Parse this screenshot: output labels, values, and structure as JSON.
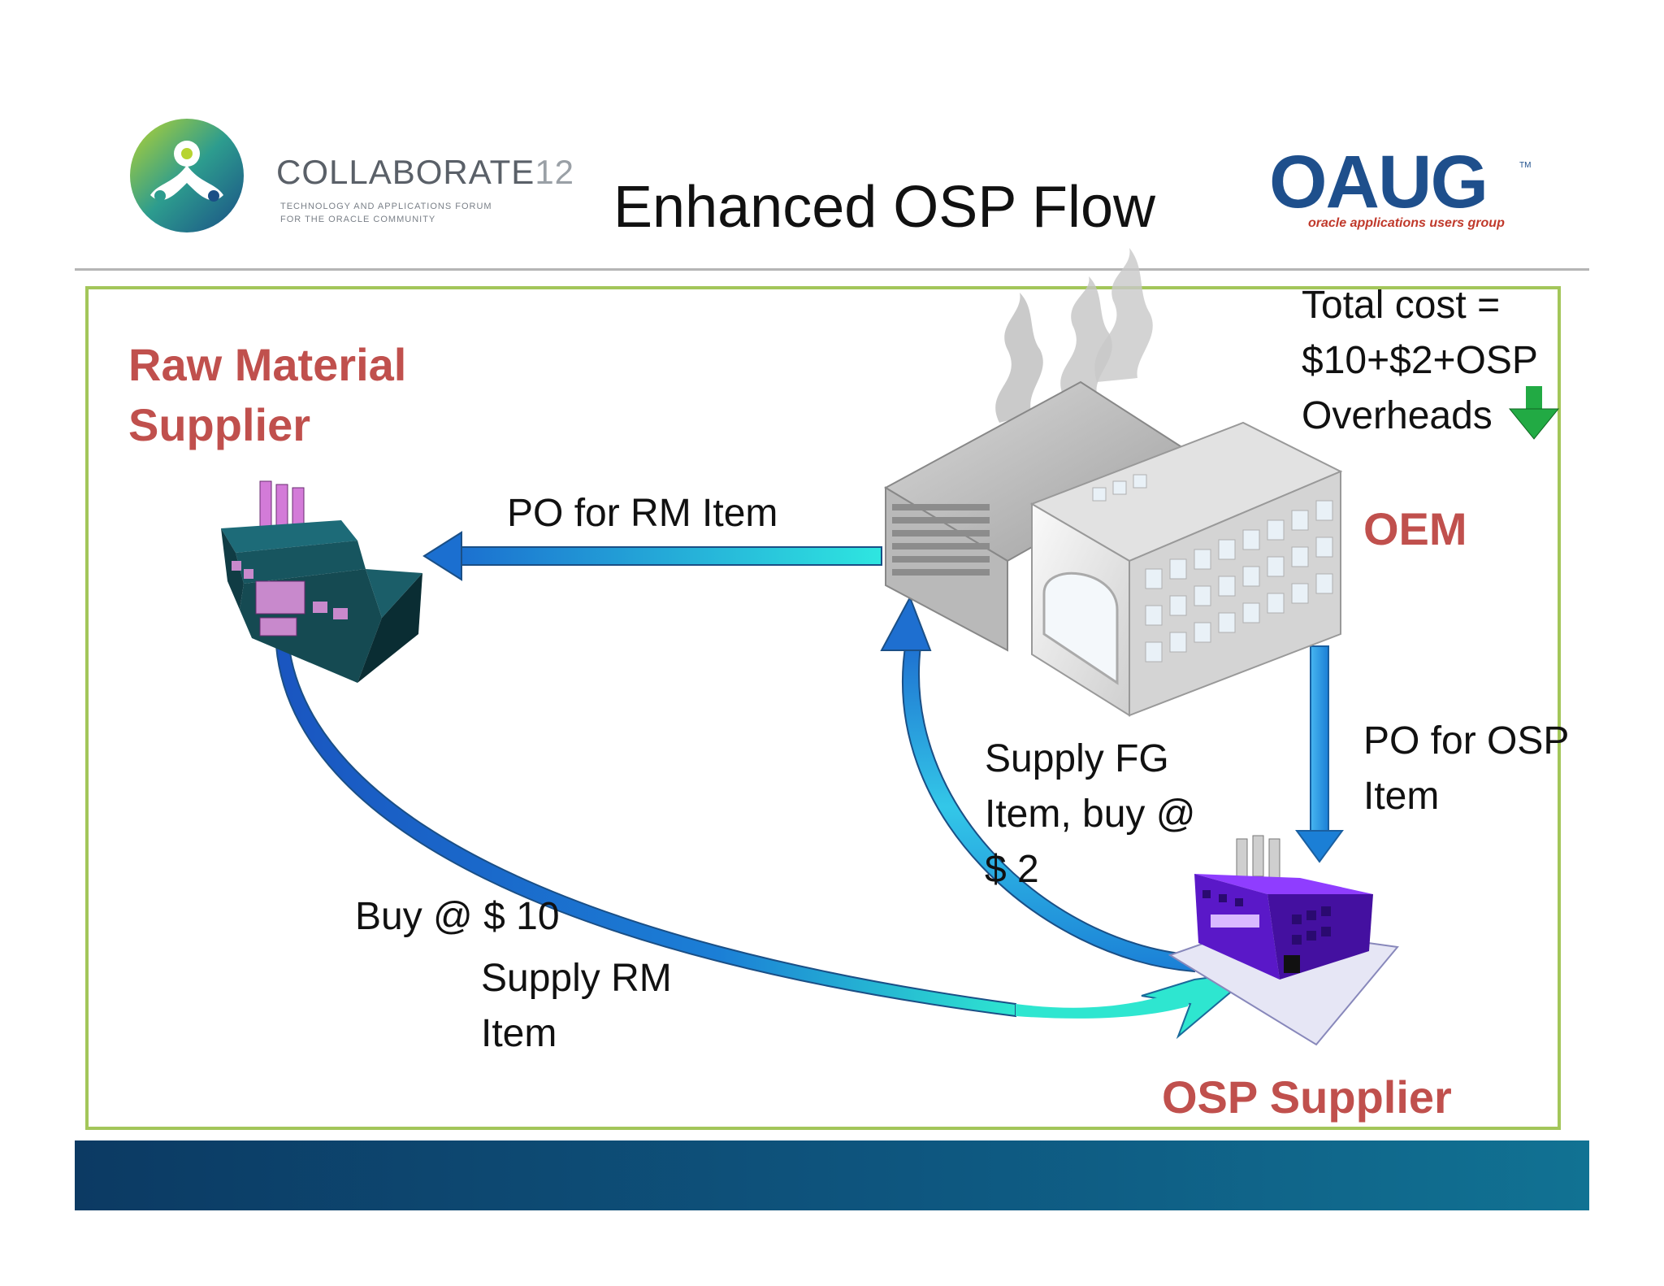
{
  "header": {
    "collaborate_wordmark": "COLLABORATE",
    "collaborate_number": "12",
    "collaborate_tagline_1": "TECHNOLOGY AND APPLICATIONS FORUM",
    "collaborate_tagline_2": "FOR THE ORACLE COMMUNITY",
    "title": "Enhanced OSP Flow",
    "oaug_wordmark": "OAUG",
    "oaug_tm": "TM",
    "oaug_tagline": "oracle applications users group"
  },
  "nodes": {
    "raw_material_supplier": [
      "Raw Material",
      "Supplier"
    ],
    "oem": "OEM",
    "osp_supplier": "OSP Supplier"
  },
  "flows": {
    "po_rm": "PO for RM Item",
    "po_osp": [
      "PO for OSP",
      "Item"
    ],
    "supply_fg": [
      "Supply FG",
      "Item, buy @",
      "$ 2"
    ],
    "buy_rm": "Buy @ $ 10",
    "supply_rm": [
      "Supply RM",
      "Item"
    ]
  },
  "cost_note": [
    "Total cost =",
    "$10+$2+OSP",
    "Overheads"
  ],
  "colors": {
    "label_red": "#c0504d",
    "frame_green": "#a3c65a",
    "arrow_blue": "#1b7fd6",
    "arrow_cyan": "#2ee6e0",
    "down_green": "#22aa44",
    "footer_dark": "#0c3a63",
    "footer_light": "#117293"
  },
  "icons": {
    "collaborate_logo": "trefoil-logo-icon",
    "raw_material_factory": "factory-icon",
    "oem_factory": "factory-building-icon",
    "osp_factory": "factory-icon",
    "cost_trend": "down-arrow-icon"
  }
}
